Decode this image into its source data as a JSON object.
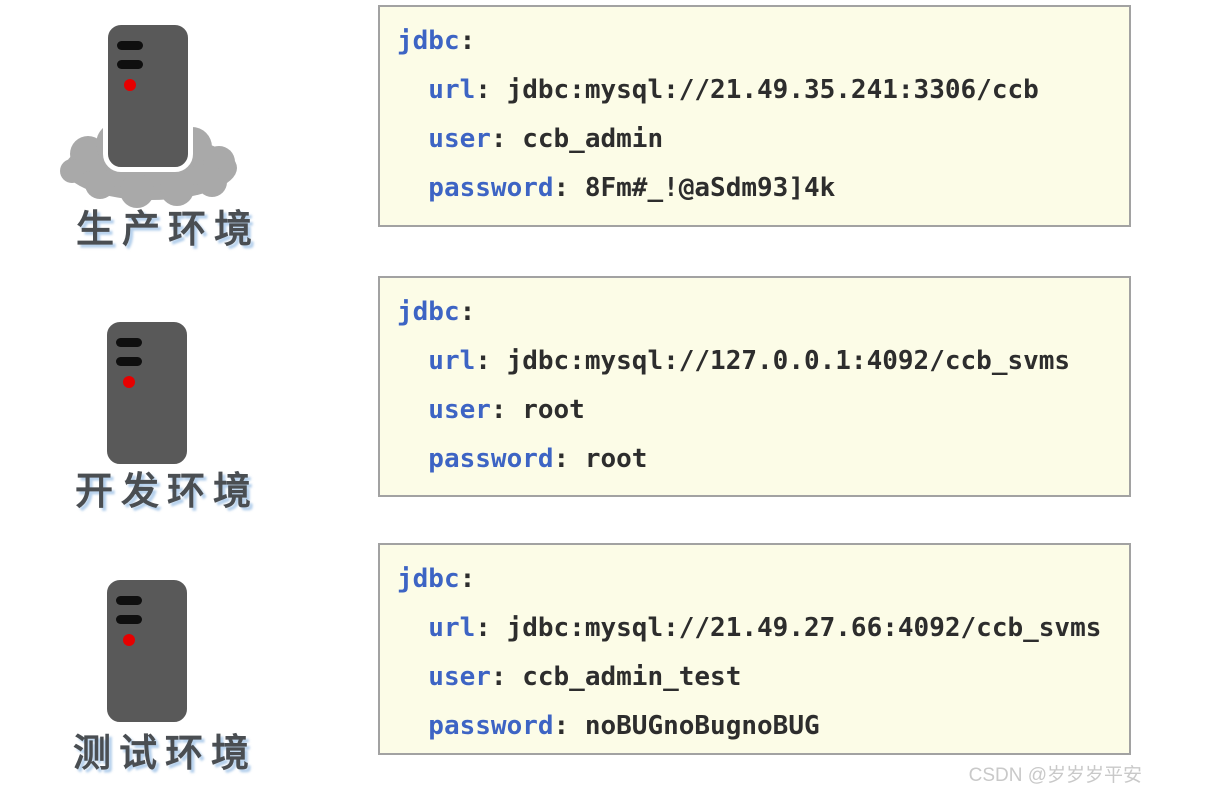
{
  "punct": {
    "colon": ":"
  },
  "colors": {
    "key_blue": "#3d64c4",
    "value_dark": "#2d2d2d",
    "box_bg": "#fcfce7",
    "box_border": "#a2a2a2",
    "server_gray": "#595959",
    "cloud_gray": "#a9a9a9",
    "led_red": "#e60000",
    "label_gray": "#4a4e52",
    "watermark_gray": "#c9c9c9"
  },
  "environments": [
    {
      "label": "生产环境",
      "icon": "server-on-cloud-icon",
      "config": {
        "root_key": "jdbc",
        "entries": [
          {
            "key": "url",
            "value": "jdbc:mysql://21.49.35.241:3306/ccb"
          },
          {
            "key": "user",
            "value": "ccb_admin"
          },
          {
            "key": "password",
            "value": "8Fm#_!@aSdm93]4k"
          }
        ]
      }
    },
    {
      "label": "开发环境",
      "icon": "server-icon",
      "config": {
        "root_key": "jdbc",
        "entries": [
          {
            "key": "url",
            "value": "jdbc:mysql://127.0.0.1:4092/ccb_svms"
          },
          {
            "key": "user",
            "value": "root"
          },
          {
            "key": "password",
            "value": "root"
          }
        ]
      }
    },
    {
      "label": "测试环境",
      "icon": "server-icon",
      "config": {
        "root_key": "jdbc",
        "entries": [
          {
            "key": "url",
            "value": "jdbc:mysql://21.49.27.66:4092/ccb_svms"
          },
          {
            "key": "user",
            "value": "ccb_admin_test"
          },
          {
            "key": "password",
            "value": "noBUGnoBugnoBUG"
          }
        ]
      }
    }
  ],
  "watermark": {
    "text": "CSDN @岁岁岁平安"
  }
}
